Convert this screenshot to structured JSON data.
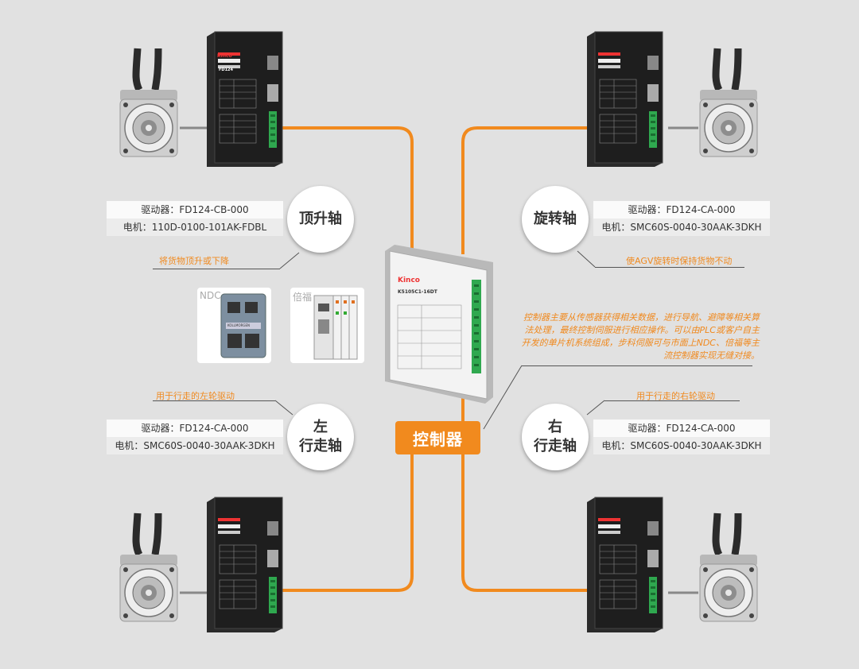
{
  "labels": {
    "lift": {
      "driver": "驱动器：FD124-CB-000",
      "motor": "电机：110D-0100-101AK-FDBL",
      "axis": "顶升轴",
      "note": "将货物顶升或下降"
    },
    "rotate": {
      "driver": "驱动器：FD124-CA-000",
      "motor": "电机：SMC60S-0040-30AAK-3DKH",
      "axis": "旋转轴",
      "note": "使AGV旋转时保持货物不动"
    },
    "left": {
      "driver": "驱动器：FD124-CA-000",
      "motor": "电机：SMC60S-0040-30AAK-3DKH",
      "axis_line1": "左",
      "axis_line2": "行走轴",
      "note": "用于行走的左轮驱动"
    },
    "right": {
      "driver": "驱动器：FD124-CA-000",
      "motor": "电机：SMC60S-0040-30AAK-3DKH",
      "axis_line1": "右",
      "axis_line2": "行走轴",
      "note": "用于行走的右轮驱动"
    }
  },
  "controller": {
    "label": "控制器",
    "description": "控制器主要从传感器获得相关数据，进行导航、避障等相关算法处理，最终控制伺服进行相应操作。可以由PLC或客户自主开发的单片机系统组成，步科伺服可与市面上NDC、倍福等主流控制器实现无缝对接。",
    "brand": "Kinco",
    "model": "K5105C1-16DT"
  },
  "partners": {
    "ndc": "NDC",
    "beckhoff": "倍福",
    "ndc_device_text": "KOLLMORGEN"
  },
  "driver_device": {
    "brand": "Kinco",
    "model": "FD124"
  },
  "colors": {
    "line": "#f18a1e",
    "background": "#e1e1e1"
  }
}
